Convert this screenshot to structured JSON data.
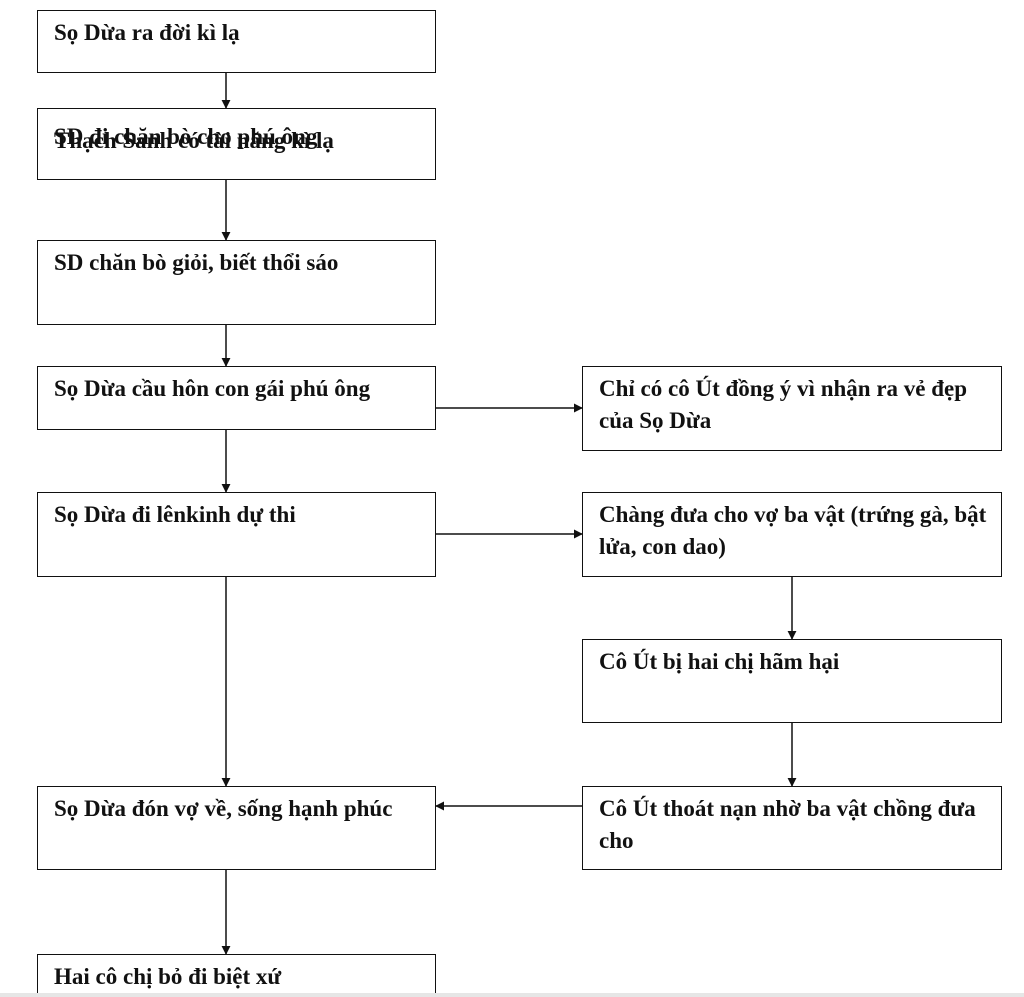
{
  "nodes": {
    "n1": "Sọ Dừa ra đời kì lạ",
    "n2a": "SD đi chăn bò cho phú ông",
    "n2b": "Thạch Sanh có tài năng kì lạ",
    "n3": "SD chăn bò giỏi, biết thổi sáo",
    "n4": "Sọ Dừa cầu hôn con gái phú ông",
    "n5": "Chỉ có cô Út đồng ý vì nhận ra vẻ đẹp của Sọ Dừa",
    "n6": "Sọ Dừa đi lênkinh dự thi",
    "n7": "Chàng đưa cho vợ ba vật (trứng gà, bật lửa, con dao)",
    "n8": "Cô Út bị hai chị hãm hại",
    "n9": "Sọ Dừa đón vợ về, sống hạnh phúc",
    "n10": "Cô Út thoát nạn nhờ ba vật chồng đưa cho",
    "n11": "Hai cô chị bỏ đi biệt xứ"
  }
}
